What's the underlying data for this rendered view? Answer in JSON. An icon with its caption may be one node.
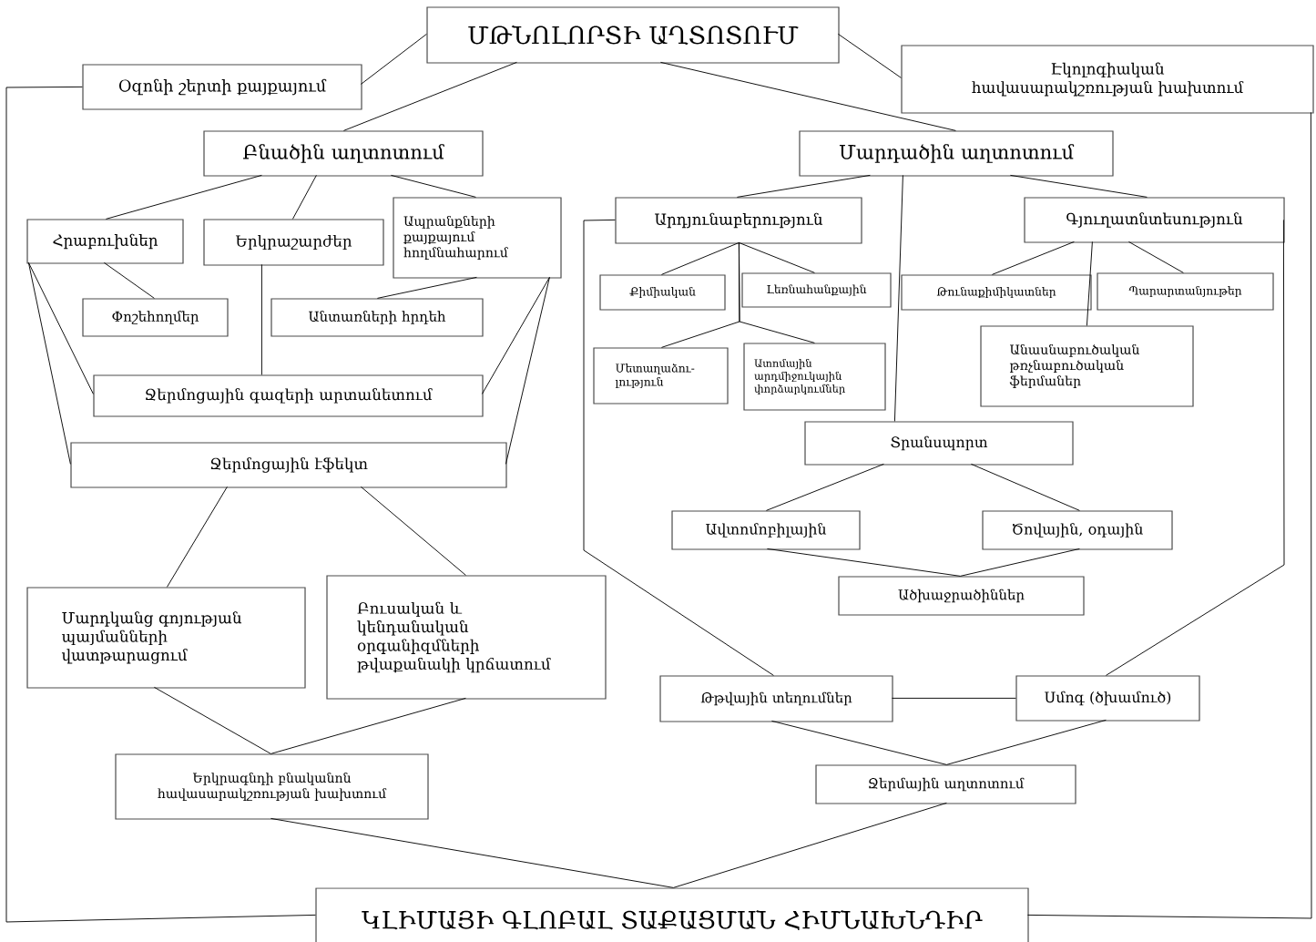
{
  "diagram": {
    "nodes": [
      {
        "text": [
          "ՄԹՆՈԼՈՐՏԻ ԱՂՏՈՏՈՒՄ"
        ]
      },
      {
        "text": [
          "Օզոնի շերտի քայքայում"
        ]
      },
      {
        "text": [
          "Էկոլոգիական հավասարակշռության խախտում"
        ]
      },
      {
        "text": [
          "Բնածին աղտոտում"
        ]
      },
      {
        "text": [
          "Մարդածին աղտոտում"
        ]
      },
      {
        "text": [
          "Հրաբուխներ"
        ]
      },
      {
        "text": [
          "Երկրաշարժեր"
        ]
      },
      {
        "text": [
          "Ապրանքների քայքայում հողմնահարում"
        ]
      },
      {
        "text": [
          "Արդյունաբերություն"
        ]
      },
      {
        "text": [
          "Գյուղատնտեսություն"
        ]
      },
      {
        "text": [
          "Փոշեհողմեր"
        ]
      },
      {
        "text": [
          "Անտառների հրդեհ"
        ]
      },
      {
        "text": [
          "Քիմիական"
        ]
      },
      {
        "text": [
          "Լեռնահանքային"
        ]
      },
      {
        "text": [
          "Թունաքիմիկատներ"
        ]
      },
      {
        "text": [
          "Պարարտանյութեր"
        ]
      },
      {
        "text": [
          "Մետաղաձու-լություն"
        ]
      },
      {
        "text": [
          "Ատոմային արդմիջուկային փորձարկումներ"
        ]
      },
      {
        "text": [
          "Անասնաբուծական թռչնաբուծական ֆերմաներ"
        ]
      },
      {
        "text": [
          "Ջերմոցային գազերի արտանետում"
        ]
      },
      {
        "text": [
          "Տրանսպորտ"
        ]
      },
      {
        "text": [
          "Ջերմոցային էֆեկտ"
        ]
      },
      {
        "text": [
          "Ավտոմոբիլային"
        ]
      },
      {
        "text": [
          "Ծովային, օդային"
        ]
      },
      {
        "text": [
          "Ածխաջրածիններ"
        ]
      },
      {
        "text": [
          "Մարդկանց գոյության պայմանների վատթարացում"
        ]
      },
      {
        "text": [
          "Բուսական և կենդանական օրգանիզմների թվաքանակի կրճատում"
        ]
      },
      {
        "text": [
          "Թթվային տեղումներ"
        ]
      },
      {
        "text": [
          "Սմոգ (ծխամուծ)"
        ]
      },
      {
        "text": [
          "Երկրագնդի բնականոն հավասարակշռության խախտում"
        ]
      },
      {
        "text": [
          "Ջերմային աղտոտում"
        ]
      },
      {
        "text": [
          "ԿԼԻՄԱՅԻ ԳԼՈԲԱԼ ՏԱՔԱՑՄԱՆ ՀԻՄՆԱԽՆԴԻՐ"
        ]
      }
    ],
    "edges": [
      {
        "from": 0,
        "to": 1,
        "arrow": "none"
      },
      {
        "from": 0,
        "to": 2,
        "arrow": "none"
      },
      {
        "from": 0,
        "to": 3,
        "arrow": "none"
      },
      {
        "from": 0,
        "to": 4,
        "arrow": "none"
      },
      {
        "from": 3,
        "to": 5,
        "arrow": "none"
      },
      {
        "from": 3,
        "to": 6,
        "arrow": "none"
      },
      {
        "from": 3,
        "to": 7,
        "arrow": "none"
      },
      {
        "from": 5,
        "to": 10,
        "arrow": "none"
      },
      {
        "from": 7,
        "to": 11,
        "arrow": "none"
      },
      {
        "from": 6,
        "to": 19,
        "arrow": "none"
      },
      {
        "from": 5,
        "to": 19,
        "arrow": "none"
      },
      {
        "from": 5,
        "to": 21,
        "arrow": "none"
      },
      {
        "from": 7,
        "to": 19,
        "arrow": "none"
      },
      {
        "from": 7,
        "to": 21,
        "arrow": "none"
      },
      {
        "from": 4,
        "to": 8,
        "arrow": "none"
      },
      {
        "from": 4,
        "to": 9,
        "arrow": "none"
      },
      {
        "from": 4,
        "to": 20,
        "arrow": "none"
      },
      {
        "from": 8,
        "to": 12,
        "arrow": "none"
      },
      {
        "from": 8,
        "to": 13,
        "arrow": "none"
      },
      {
        "from": 8,
        "to": 16,
        "arrow": "none"
      },
      {
        "from": 8,
        "to": 17,
        "arrow": "none"
      },
      {
        "from": 9,
        "to": 14,
        "arrow": "none"
      },
      {
        "from": 9,
        "to": 15,
        "arrow": "none"
      },
      {
        "from": 9,
        "to": 18,
        "arrow": "none"
      },
      {
        "from": 8,
        "to": 27,
        "arrow": "none"
      },
      {
        "from": 9,
        "to": 28,
        "arrow": "none"
      },
      {
        "from": 20,
        "to": 22,
        "arrow": "none"
      },
      {
        "from": 20,
        "to": 23,
        "arrow": "none"
      },
      {
        "from": 22,
        "to": 24,
        "arrow": "none"
      },
      {
        "from": 23,
        "to": 24,
        "arrow": "none"
      },
      {
        "from": 21,
        "to": 25,
        "arrow": "none"
      },
      {
        "from": 21,
        "to": 26,
        "arrow": "none"
      },
      {
        "from": 25,
        "to": 29,
        "arrow": "none"
      },
      {
        "from": 26,
        "to": 29,
        "arrow": "none"
      },
      {
        "from": 27,
        "to": 28,
        "arrow": "none"
      },
      {
        "from": 27,
        "to": 30,
        "arrow": "none"
      },
      {
        "from": 28,
        "to": 30,
        "arrow": "none"
      },
      {
        "from": 29,
        "to": 31,
        "arrow": "none"
      },
      {
        "from": 30,
        "to": 31,
        "arrow": "none"
      },
      {
        "from": 1,
        "to": 31,
        "arrow": "none"
      },
      {
        "from": 2,
        "to": 31,
        "arrow": "none"
      }
    ]
  }
}
